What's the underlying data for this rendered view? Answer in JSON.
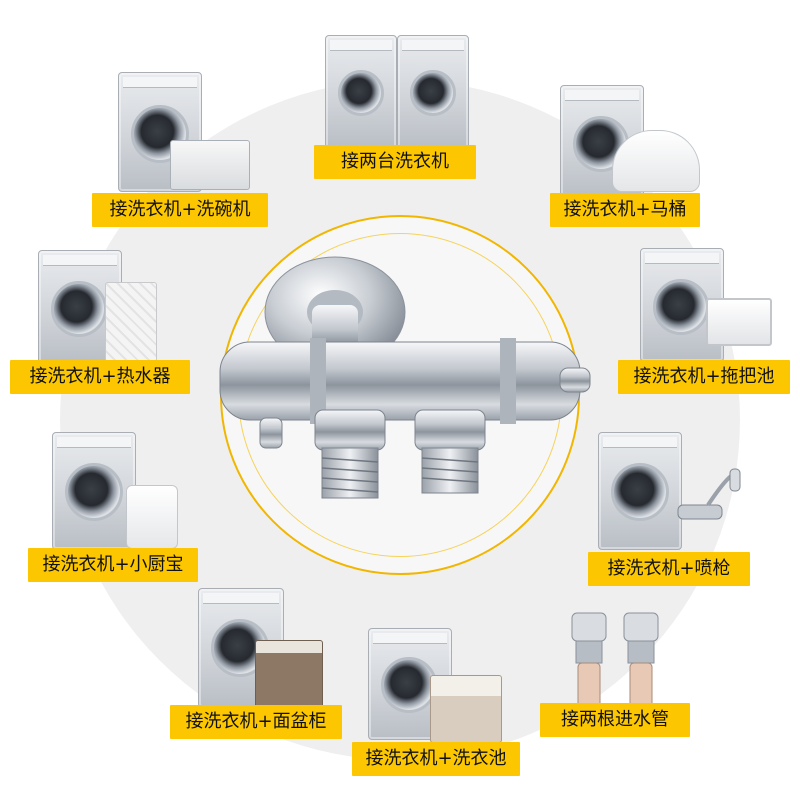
{
  "labels": {
    "two_washers": "接两台洗衣机",
    "dishwasher": "接洗衣机+洗碗机",
    "toilet": "接洗衣机+马桶",
    "water_heater": "接洗衣机+热水器",
    "mop_sink": "接洗衣机+拖把池",
    "mini_heater": "接洗衣机+小厨宝",
    "spray_gun": "接洗衣机+喷枪",
    "basin_cabinet": "接洗衣机+面盆柜",
    "laundry_sink": "接洗衣机+洗衣池",
    "two_hoses": "接两根进水管"
  },
  "colors": {
    "label_bg": "#fcc700",
    "ring": "#f1b600",
    "background_circle": "#efefef",
    "chrome": "#c7ccd2"
  }
}
